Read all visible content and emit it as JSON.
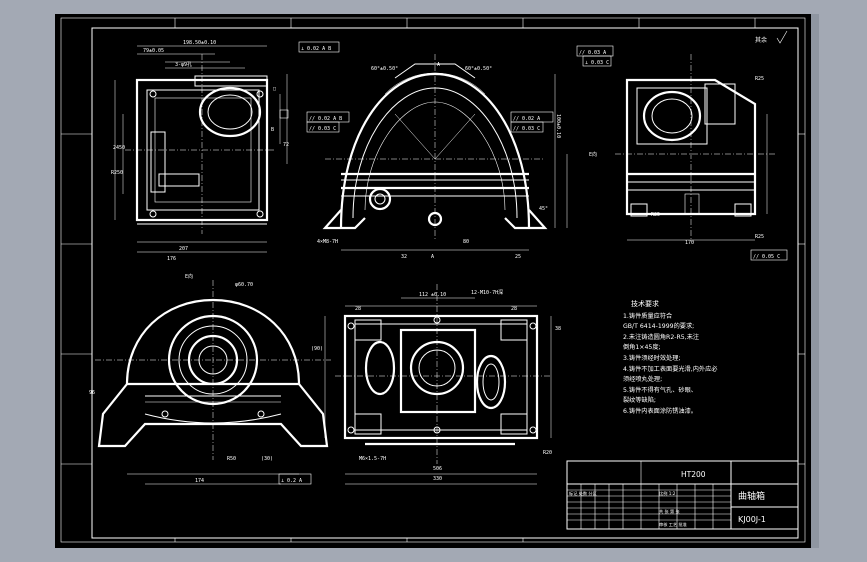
{
  "drawing": {
    "title_block": {
      "material": "HT200",
      "part_name": "曲轴箱",
      "drawing_number": "KJ00J-1",
      "scale_row": "比例 1:2",
      "sign_row": "标记 处数 分区",
      "footer_row": "共 张  第 张",
      "approval_row": "审核 工艺 批准"
    },
    "roughness_mark": "其余",
    "tech_requirements": {
      "heading": "技术要求",
      "items": [
        "1.铸件质量应符合",
        "GB/T 6414-1999的要求;",
        "2.未注铸造圆角R2-R5,未注",
        "倒角1×45度;",
        "3.铸件须经时效处理;",
        "4.铸件不加工表面要光滑,内外应必",
        "须经喷丸处理;",
        "5.铸件不得有气孔、砂眼、",
        "裂纹等缺陷;",
        "6.铸件内表面涂防锈油漆。"
      ]
    },
    "dimensions": {
      "top_width": "198.50±0.10",
      "hole_spec": "3-φ9孔",
      "view_a_label": "A",
      "view_e_label": "E向",
      "angle_left": "60°±0.50°",
      "angle_right": "60°±0.50°",
      "tol_frame_1": "⊥ 0.02 A B",
      "tol_frame_2": "// 0.02 A",
      "tol_frame_3": "// 0.03 C",
      "tol_frame_4": "// 0.02 A B",
      "height_right": "100±0.10",
      "thread_spec": "4×M8-7H",
      "thread_spec_2": "M6×1.5-7H",
      "thread_spec_3": "12-M10-7H深",
      "width_bottom_1": "506",
      "width_bottom_2": "330",
      "width_left_1": "207",
      "width_left_2": "174",
      "width_right": "170",
      "radius": "R25",
      "tol_bottom": "⊥ 0.2 A",
      "tol_right_bottom": "// 0.05 C"
    }
  }
}
